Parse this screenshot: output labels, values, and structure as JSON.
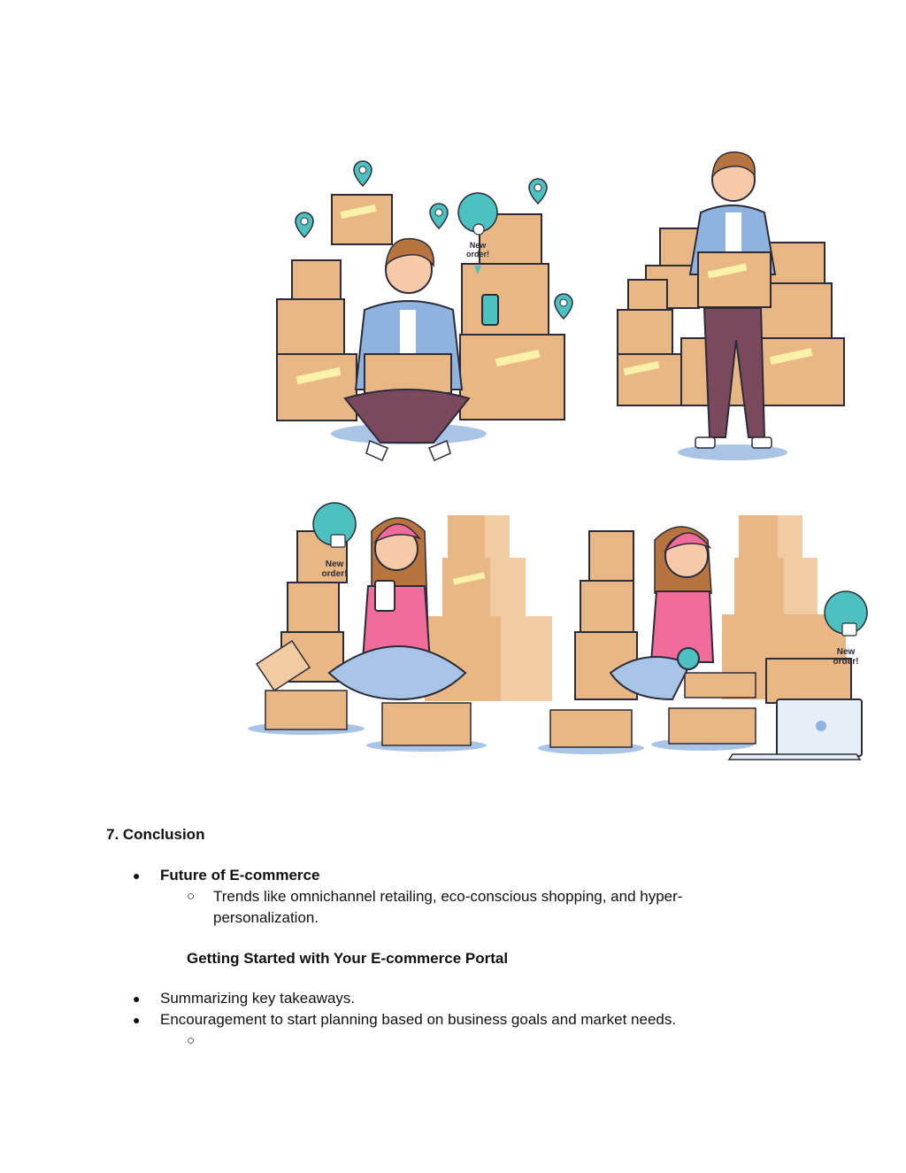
{
  "illustration": {
    "bubble_label_line1": "New",
    "bubble_label_line2": "order!",
    "colors": {
      "box": "#e8b783",
      "box_light": "#f1cba2",
      "tape": "#fbf1a8",
      "outline": "#2b2b3a",
      "shirt": "#8fb3df",
      "pants": "#7a4a5c",
      "hair": "#b8743f",
      "skin": "#f6c9a8",
      "teal": "#4cc1c0",
      "pink": "#f16c9a",
      "jeans": "#a8c4e6",
      "shadow": "#a9c4e4"
    }
  },
  "section": {
    "title": "7. Conclusion",
    "future_title": "Future of E-commerce",
    "future_detail": "Trends like omnichannel retailing, eco-conscious shopping, and hyper-personalization.",
    "getting_started_title": "Getting Started with Your E-commerce Portal",
    "bullets": [
      "Summarizing key takeaways.",
      "Encouragement to start planning based on business goals and market needs."
    ],
    "bullet_glyph": "●",
    "sub_bullet_glyph": "○"
  }
}
